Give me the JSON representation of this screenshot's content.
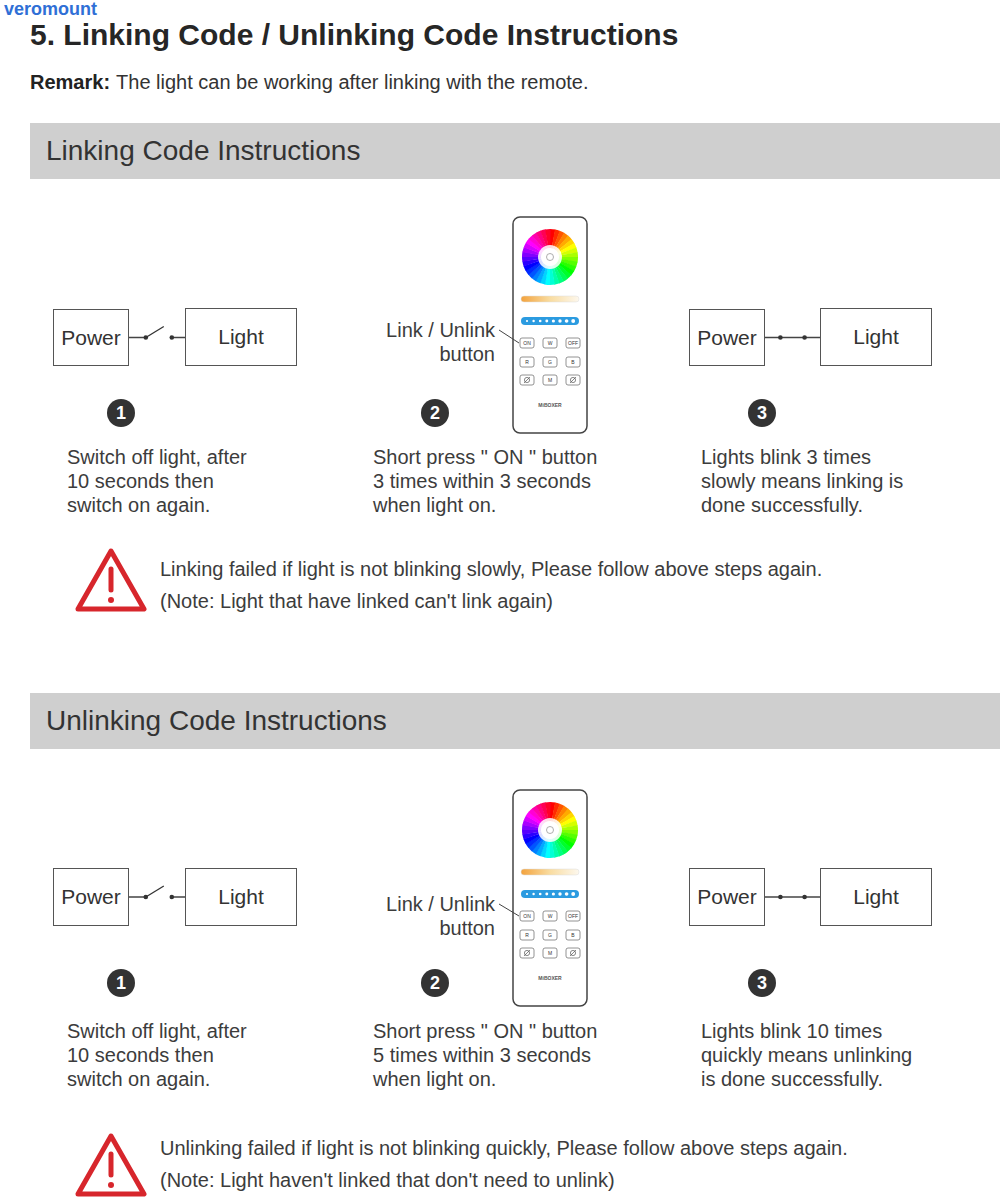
{
  "diagram": {
    "title": "5. Linking Code / Unlinking Code Instructions",
    "nodes": [
      {
        "text": [
          "Linking Code Instructions"
        ]
      },
      {
        "text": [
          "Power"
        ]
      },
      {
        "text": [
          "Light"
        ]
      },
      {
        "text": [
          "Power"
        ]
      },
      {
        "text": [
          "Light"
        ]
      },
      {
        "text": [
          "1"
        ]
      },
      {
        "text": [
          "2"
        ]
      },
      {
        "text": [
          "3"
        ]
      },
      {
        "text": [
          "Unlinking Code Instructions"
        ]
      },
      {
        "text": [
          "Power"
        ]
      },
      {
        "text": [
          "Light"
        ]
      },
      {
        "text": [
          "Power"
        ]
      },
      {
        "text": [
          "Light"
        ]
      },
      {
        "text": [
          "1"
        ]
      },
      {
        "text": [
          "2"
        ]
      },
      {
        "text": [
          "3"
        ]
      }
    ],
    "edges": [
      {
        "from": 1,
        "to": 2,
        "arrow": "none"
      },
      {
        "from": 3,
        "to": 4,
        "arrow": "none"
      },
      {
        "from": 9,
        "to": 10,
        "arrow": "none"
      },
      {
        "from": 11,
        "to": 12,
        "arrow": "none"
      }
    ],
    "labels": [
      "veromount",
      "Remark:",
      "The light can be working after linking with the remote.",
      "Link / Unlink button",
      "ON",
      "W",
      "OFF",
      "R",
      "G",
      "B",
      "M",
      "MiBOXER",
      "Switch off light, after 10 seconds then switch on again.",
      "Short press \" ON \" button 3 times within 3 seconds when light on.",
      "Lights blink 3 times slowly means linking is done successfully.",
      "Linking failed if light is not blinking slowly, Please follow above steps again.",
      "(Note: Light that have linked can't link again)",
      "Link / Unlink button",
      "ON",
      "W",
      "OFF",
      "R",
      "G",
      "B",
      "M",
      "MiBOXER",
      "Switch off light, after 10 seconds then switch on again.",
      "Short press \" ON \" button 5 times within 3 seconds when light on.",
      "Lights blink 10 times quickly means unlinking is done successfully.",
      "Unlinking failed if light is not blinking quickly, Please follow above steps again.",
      "(Note: Light haven't linked that don't need to unlink)"
    ]
  }
}
